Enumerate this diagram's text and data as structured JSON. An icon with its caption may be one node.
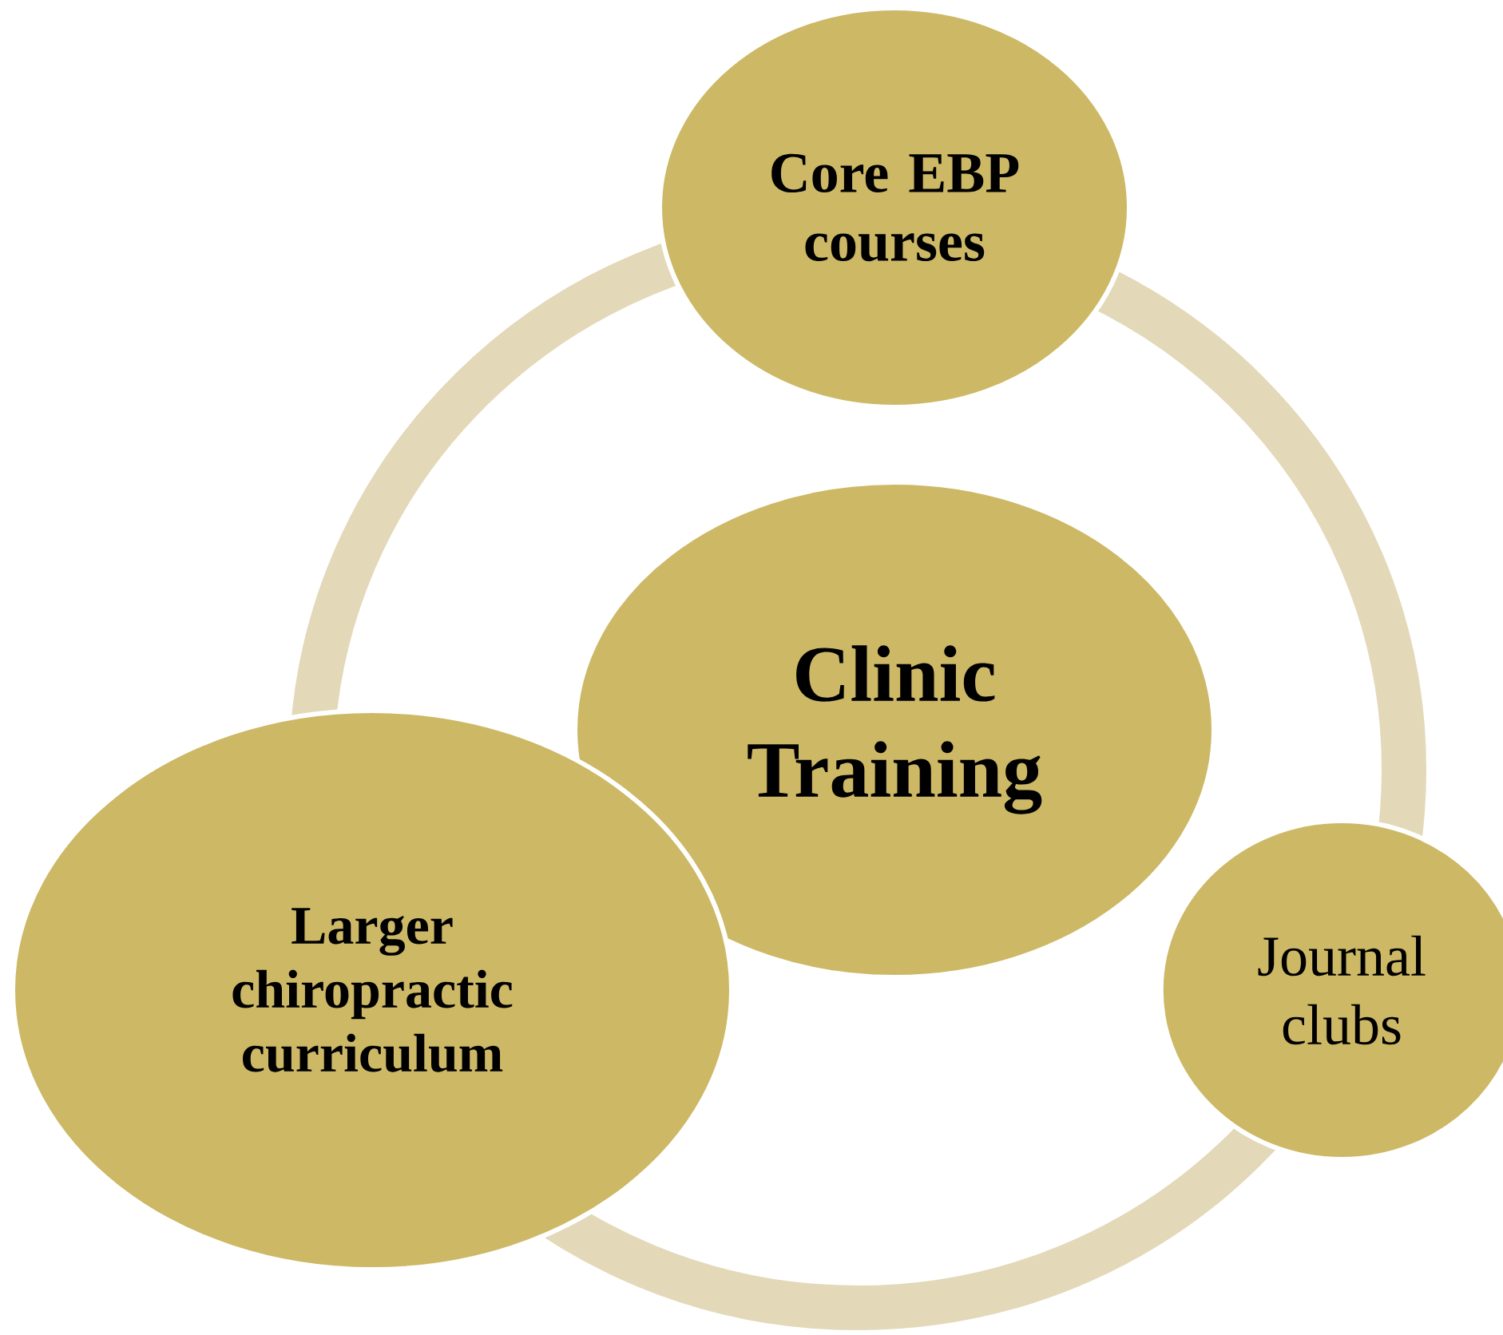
{
  "diagram": {
    "nodes": [
      {
        "text": [
          "Core EBP courses"
        ]
      },
      {
        "text": [
          "Clinic Training"
        ]
      },
      {
        "text": [
          "Larger chiropractic curriculum"
        ]
      },
      {
        "text": [
          "Journal clubs"
        ]
      }
    ]
  }
}
